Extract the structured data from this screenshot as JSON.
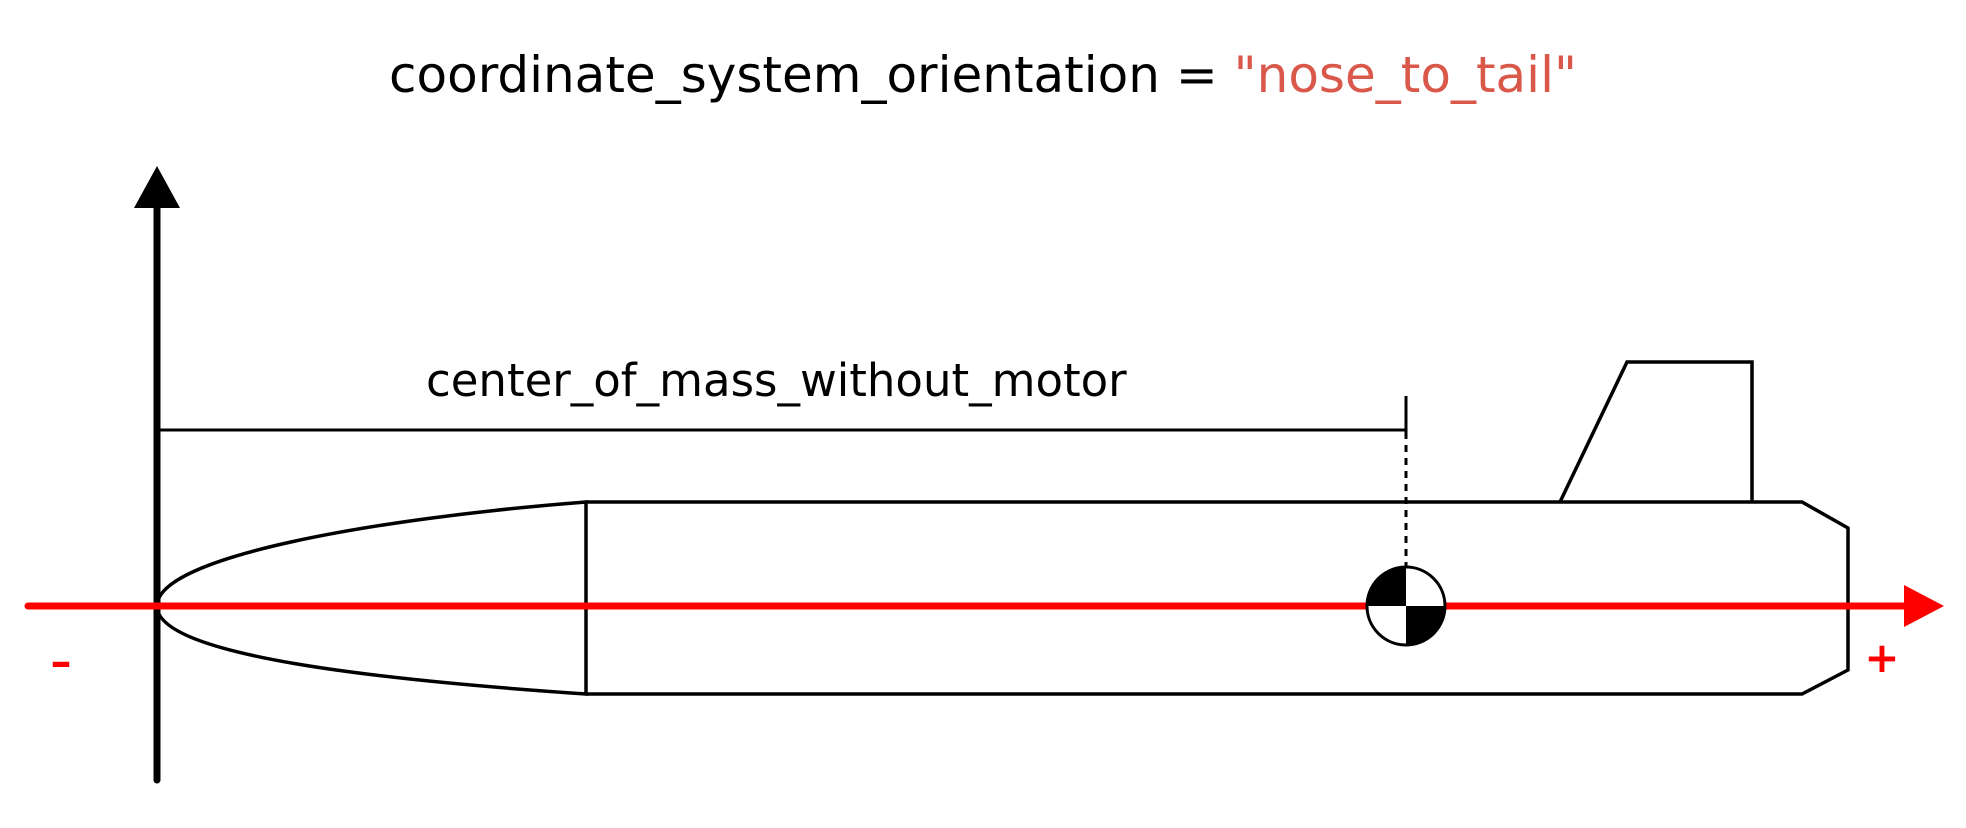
{
  "title": {
    "key": "coordinate_system_orientation = ",
    "value": "\"nose_to_tail\""
  },
  "labels": {
    "dimension": "center_of_mass_without_motor",
    "axis_negative": "–",
    "axis_positive": "+"
  },
  "colors": {
    "axis": "#ff0000",
    "value_text": "#d9584a",
    "outline": "#000000",
    "text": "#000000"
  },
  "icons": {
    "center_of_mass": "center-of-mass-symbol",
    "axis_arrow": "arrow-head"
  }
}
